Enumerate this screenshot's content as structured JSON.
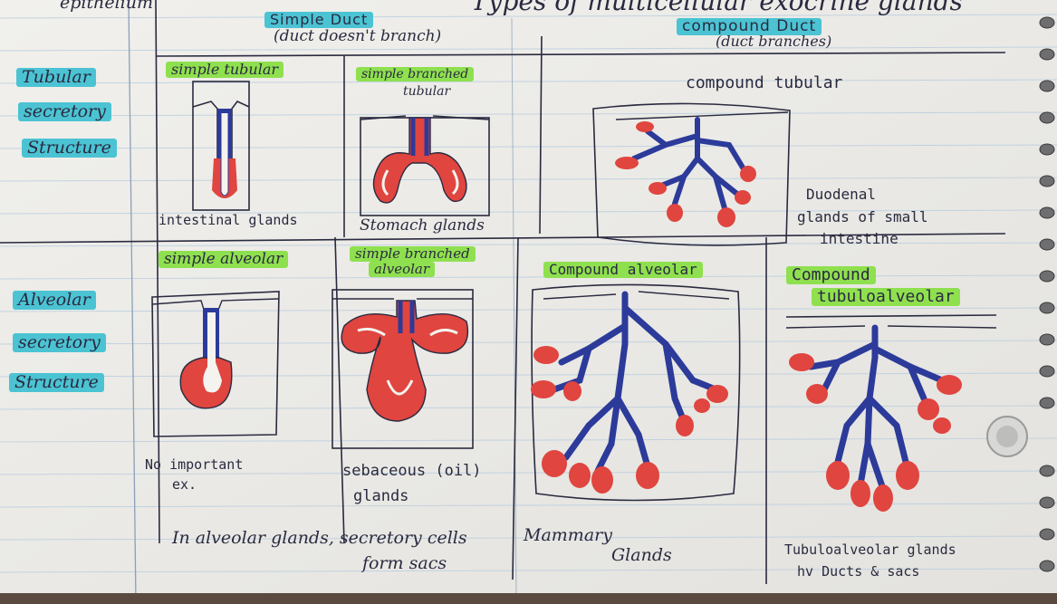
{
  "page": {
    "top_left_fragment": "epithelium",
    "top_title_fragment": "Types of multicellular exocrine glands"
  },
  "columns": {
    "simple_duct": {
      "title": "Simple Duct",
      "subtitle": "(duct doesn't branch)"
    },
    "compound_duct": {
      "title": "compound Duct",
      "subtitle": "(duct branches)"
    }
  },
  "rows": {
    "tubular": {
      "line1": "Tubular",
      "line2": "secretory",
      "line3": "Structure"
    },
    "alveolar": {
      "line1": "Alveolar",
      "line2": "secretory",
      "line3": "Structure"
    }
  },
  "cells": {
    "simple_tubular": {
      "label": "simple tubular",
      "example": "intestinal glands"
    },
    "simple_branched_tubular": {
      "label_line1": "simple branched",
      "label_line2": "tubular",
      "example": "Stomach glands"
    },
    "compound_tubular": {
      "label": "compound tubular",
      "example_line1": "Duodenal",
      "example_line2": "glands of small",
      "example_line3": "intestine"
    },
    "simple_alveolar": {
      "label": "simple alveolar",
      "example_line1": "No important",
      "example_line2": "ex."
    },
    "simple_branched_alveolar": {
      "label_line1": "simple branched",
      "label_line2": "alveolar",
      "example_line1": "sebaceous (oil)",
      "example_line2": "glands"
    },
    "compound_alveolar": {
      "label": "Compound alveolar",
      "example_line1": "Mammary",
      "example_line2": "Glands"
    },
    "compound_tubuloalveolar": {
      "label_line1": "Compound",
      "label_line2": "tubuloalveolar",
      "example_line1": "Tubuloalveolar glands",
      "example_line2": "hv Ducts & sacs"
    }
  },
  "notes": {
    "alveolar_line1": "In alveolar glands, secretory cells",
    "alveolar_line2": "form sacs"
  },
  "colors": {
    "ink": "#2a2a40",
    "duct_blue": "#2c3a9a",
    "secretory_red": "#e0453f",
    "highlight_blue": "#4bc3d3",
    "highlight_green": "#8fe04f",
    "rule_line": "#b8cde0",
    "margin_line": "#8aa0b8"
  }
}
